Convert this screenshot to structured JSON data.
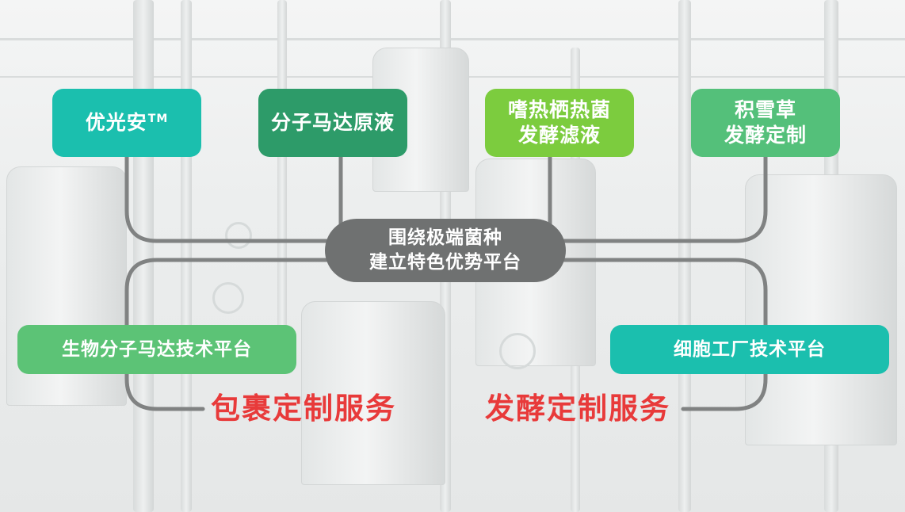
{
  "center": {
    "line1": "围绕极端菌种",
    "line2": "建立特色优势平台"
  },
  "top_boxes": [
    {
      "line1": "优光安",
      "sup": "TM"
    },
    {
      "line1": "分子马达原液"
    },
    {
      "line1": "嗜热栖热菌",
      "line2": "发酵滤液"
    },
    {
      "line1": "积雪草",
      "line2": "发酵定制"
    }
  ],
  "bottom_boxes": [
    {
      "label": "生物分子马达技术平台"
    },
    {
      "label": "细胞工厂技术平台"
    }
  ],
  "services": [
    {
      "label": "包裹定制服务"
    },
    {
      "label": "发酵定制服务"
    }
  ],
  "colors": {
    "teal": "#1bbfae",
    "dark_green": "#2d9b69",
    "lime": "#7ccc3e",
    "green": "#54c07a",
    "center_gray": "#6f7171",
    "connector_gray": "#808282",
    "red": "#e83a3a"
  }
}
